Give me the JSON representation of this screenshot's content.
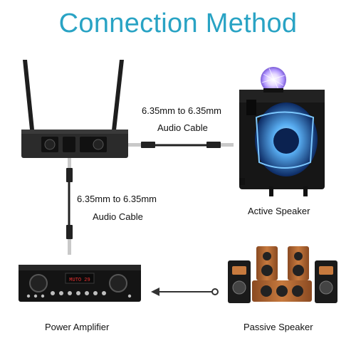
{
  "title": "Connection Method",
  "cables": {
    "top_spec": "6.35mm to 6.35mm",
    "top_name": "Audio Cable",
    "side_spec": "6.35mm to 6.35mm",
    "side_name": "Audio Cable"
  },
  "devices": {
    "active_speaker": "Active Speaker",
    "power_amplifier": "Power Amplifier",
    "passive_speaker": "Passive Speaker"
  },
  "amplifier_display": "MUTO 29"
}
